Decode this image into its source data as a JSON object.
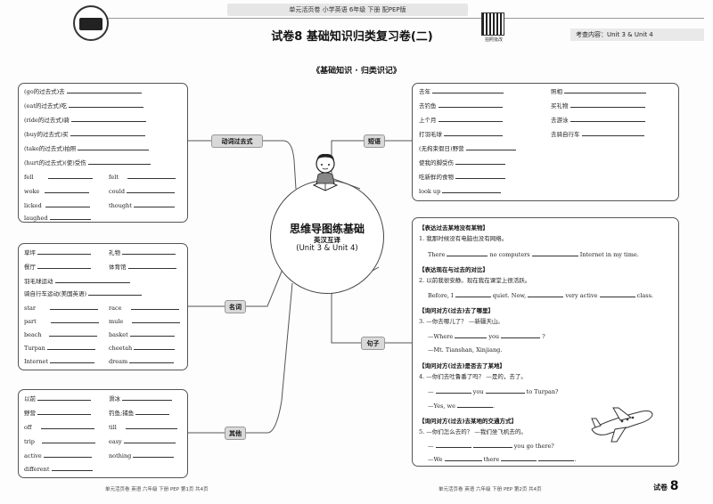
{
  "header": {
    "strip": "单元活页卷  小学英语  6年级  下册  配PEP版",
    "title": "试卷8    基础知识归类复习卷(二)",
    "qr_label": "拍照批改",
    "scope": "考查内容：Unit 3 & Unit 4"
  },
  "section_title": "《基础知识 · 归类识记》",
  "center": {
    "title": "思维导图练基础",
    "subtitle": "英汉互译",
    "unit": "(Unit 3 & Unit 4)"
  },
  "categories": {
    "verbs": "动词过去式",
    "nouns": "名词",
    "others": "其他",
    "phrases": "短语",
    "sentences": "句子"
  },
  "verbs": {
    "cn_rows": [
      "(go的过去式)去",
      "(eat的过去式)吃",
      "(ride的过去式)骑",
      "(buy的过去式)买",
      "(take的过去式)拍照",
      "(hurt的过去式)(使)受伤"
    ],
    "left": [
      "fell",
      "woke",
      "licked",
      "laughed"
    ],
    "right": [
      "felt",
      "could",
      "thought"
    ]
  },
  "nouns": {
    "cn_left": [
      "草坪",
      "餐厅"
    ],
    "cn_right": [
      "礼物",
      "体育馆"
    ],
    "cn_single": [
      "羽毛球运动",
      "骑自行车运动(美国英语)"
    ],
    "left": [
      "star",
      "part",
      "beach",
      "Turpan",
      "Internet"
    ],
    "right": [
      "race",
      "mule",
      "basket",
      "cheetah",
      "dream"
    ]
  },
  "others": {
    "left": [
      "以前",
      "野营",
      "off",
      "trip",
      "active",
      "different"
    ],
    "right": [
      "滑冰",
      "钓鱼;捕鱼",
      "till",
      "easy",
      "nothing"
    ]
  },
  "phrases": {
    "left": [
      "去年",
      "去钓鱼",
      "上个月",
      "打羽毛球",
      "(无拘束假日)野营",
      "使我的脚受伤",
      "吃新鲜的食物",
      "look up"
    ],
    "right": [
      "照相",
      "买礼物",
      "去游泳",
      "去骑自行车"
    ]
  },
  "sentences": {
    "h1": "【表达过去某地没有某物】",
    "q1": "1. 我那时候没有电脑也没有网络。",
    "q1a": "There",
    "q1b": "no computers",
    "q1c": "Internet in my time.",
    "h2": "【表达现在与过去的对比】",
    "q2": "2. 以前我很安静。现在我在课堂上很活跃。",
    "q2a": "Before, I",
    "q2b": "quiet. Now,",
    "q2c": "very active",
    "q2d": "class.",
    "h3": "【询问对方(过去)去了哪里】",
    "q3": "3. —你去哪儿了？ —新疆天山。",
    "q3a": "—Where",
    "q3b": "you",
    "q3c": "?",
    "q3d": "—Mt. Tianshan, Xinjiang.",
    "h4": "【询问对方(过去)是否去了某地】",
    "q4": "4. —你们去吐鲁番了吗？ —是的，去了。",
    "q4a": "—",
    "q4b": "you",
    "q4c": "to Turpan?",
    "q4d": "—Yes, we",
    "q4e": ".",
    "h5": "【询问对方(过去)去某地的交通方式】",
    "q5": "5. —你们怎么去的？ —我们坐飞机去的。",
    "q5a": "—",
    "q5b": "you go there?",
    "q5c": "—We",
    "q5d": "there",
    "q5e": "."
  },
  "footer": {
    "left": "单元活页卷  英语  六年级  下册  PEP  第1页  共4页",
    "right": "单元活页卷  英语  六年级  下册  PEP  第2页  共4页",
    "label": "试卷",
    "num": "8"
  }
}
